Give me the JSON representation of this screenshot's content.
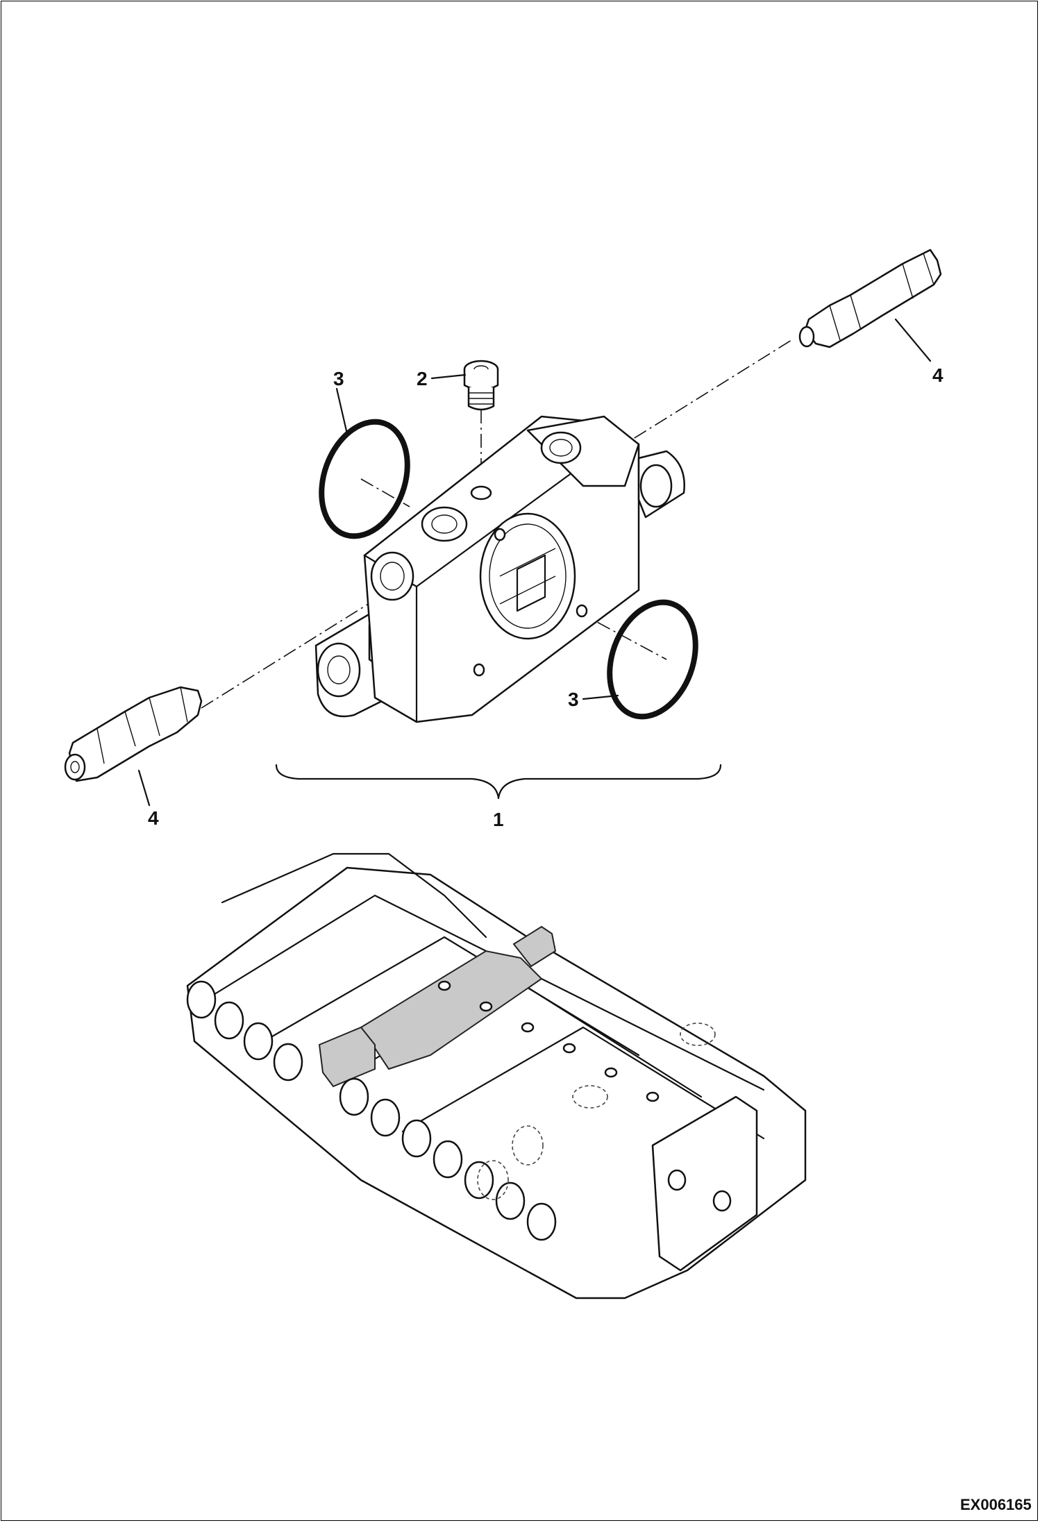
{
  "figure": {
    "drawing_code": "EX006165",
    "callouts": [
      {
        "id": "callout-1",
        "label": "1"
      },
      {
        "id": "callout-2",
        "label": "2"
      },
      {
        "id": "callout-3a",
        "label": "3"
      },
      {
        "id": "callout-3b",
        "label": "3"
      },
      {
        "id": "callout-4a",
        "label": "4"
      },
      {
        "id": "callout-4b",
        "label": "4"
      }
    ]
  }
}
